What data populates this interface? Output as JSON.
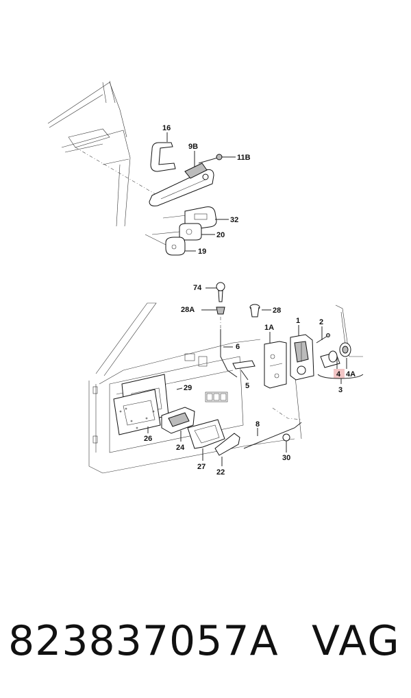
{
  "callouts": {
    "c16": "16",
    "c9b": "9B",
    "c11b": "11B",
    "c32": "32",
    "c20": "20",
    "c19": "19",
    "c74": "74",
    "c28a": "28A",
    "c28": "28",
    "c1a": "1A",
    "c1": "1",
    "c2": "2",
    "c6": "6",
    "c29": "29",
    "c5": "5",
    "c4": "4",
    "c4a": "4A",
    "c3": "3",
    "c26": "26",
    "c8": "8",
    "c24": "24",
    "c30": "30",
    "c27": "27",
    "c22": "22"
  },
  "footer": {
    "part_number": "823837057A",
    "brand": "VAG"
  },
  "colors": {
    "highlight": "#f3c6c6",
    "line": "#222222",
    "fill": "#bbbbbb"
  }
}
